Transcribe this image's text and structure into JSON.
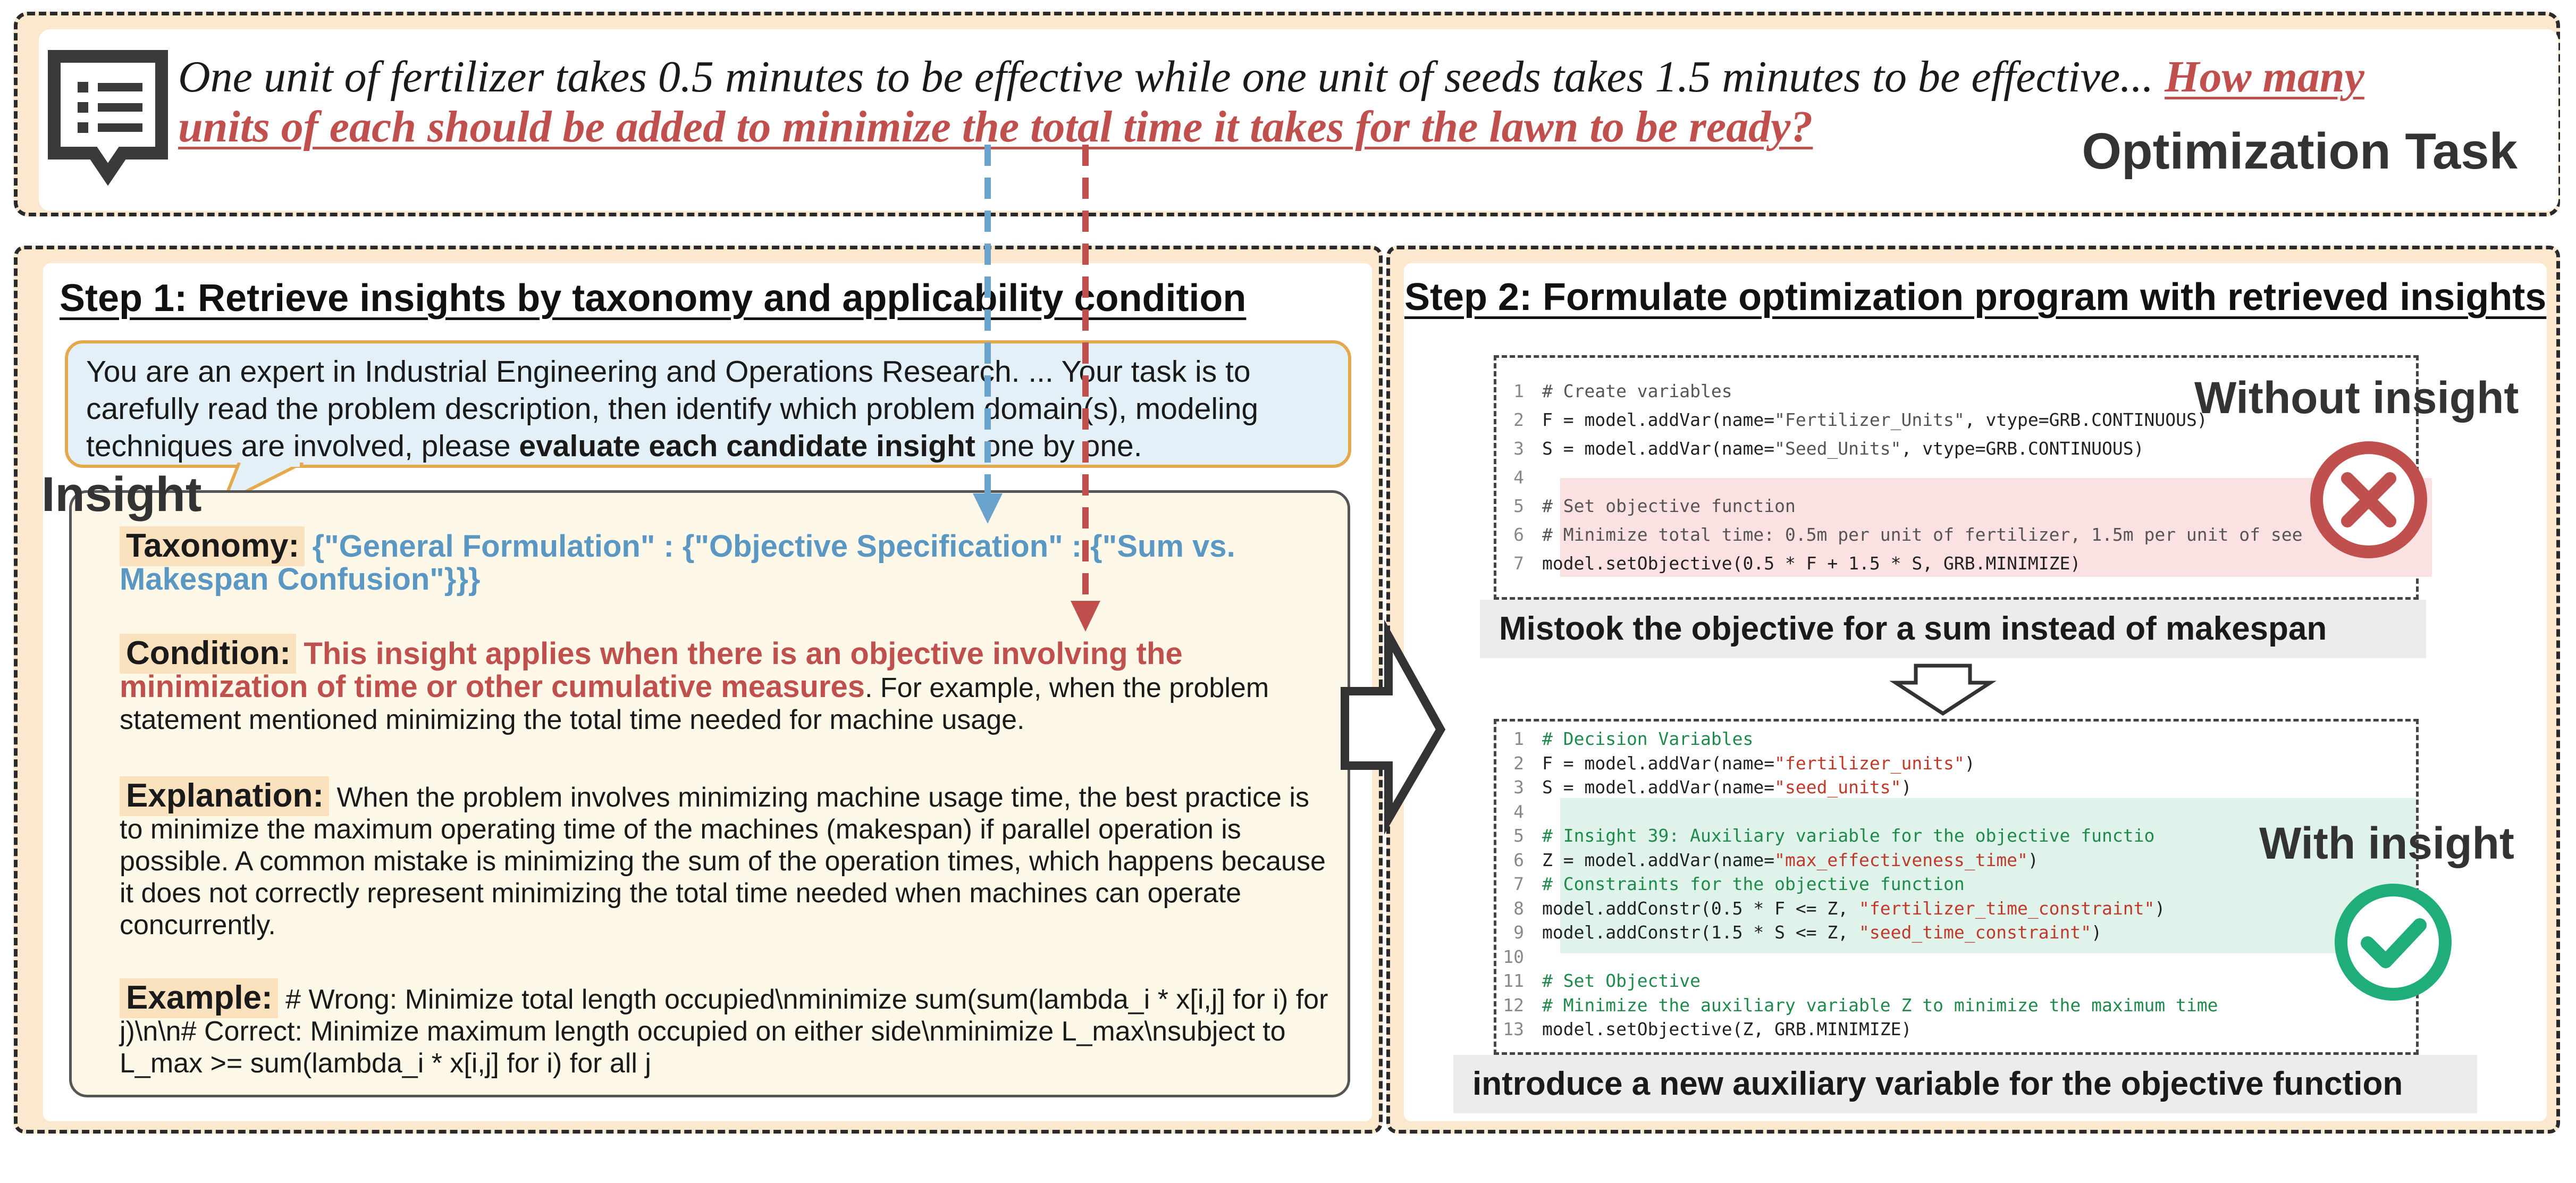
{
  "task": {
    "text": "One unit of fertilizer takes 0.5 minutes to be effective while one unit of seeds takes 1.5 minutes to be effective... ",
    "question": "How many units of each should be added to minimize the total time it takes for the lawn to be ready?",
    "title": "Optimization Task",
    "icon": "document-list-icon"
  },
  "step1": {
    "heading": "Step 1: Retrieve insights by taxonomy and applicability condition",
    "prompt_before": "You are an expert in Industrial Engineering and Operations Research.  ... Your task is to carefully read the problem description, then identify which problem domain(s), modeling techniques are involved, please ",
    "prompt_bold": "evaluate each candidate insight",
    "prompt_after": " one by one.",
    "insight_label": "Insight",
    "taxonomy": {
      "label": "Taxonomy:",
      "value": "{\"General Formulation\" : {\"Objective Specification\" : {\"Sum vs. Makespan Confusion\"}}}"
    },
    "condition": {
      "label": "Condition:",
      "highlight": "This insight applies when there is an objective involving the minimization of time or other cumulative measures",
      "rest": ". For example, when the problem statement mentioned minimizing the total time needed for machine usage."
    },
    "explanation": {
      "label": "Explanation:",
      "text": " When the problem involves minimizing machine usage time, the best practice is to minimize the maximum operating time of the machines (makespan) if parallel operation is possible. A common mistake is minimizing the sum of the operation times, which happens because it does not correctly represent minimizing the total time needed when machines can operate concurrently."
    },
    "example": {
      "label": "Example:",
      "text": " # Wrong: Minimize total length occupied\\nminimize sum(sum(lambda_i * x[i,j] for i) for j)\\n\\n# Correct: Minimize maximum length occupied on either side\\nminimize L_max\\nsubject to L_max >= sum(lambda_i * x[i,j] for i) for all j"
    }
  },
  "step2": {
    "heading": "Step 2: Formulate optimization program with retrieved insights",
    "without": {
      "title": "Without insight",
      "icon": "cross-icon",
      "color": "#c0504d",
      "caption": "Mistook the objective for a sum instead of makespan",
      "lines": [
        {
          "n": "1",
          "parts": [
            {
              "t": "# Create variables",
              "c": "c-comment-grey"
            }
          ]
        },
        {
          "n": "2",
          "parts": [
            {
              "t": "F = model.addVar(name=",
              "c": "c-plain"
            },
            {
              "t": "\"Fertilizer_Units\"",
              "c": "c-str-grey"
            },
            {
              "t": ", vtype=GRB.CONTINUOUS)",
              "c": "c-plain"
            }
          ]
        },
        {
          "n": "3",
          "parts": [
            {
              "t": "S = model.addVar(name=",
              "c": "c-plain"
            },
            {
              "t": "\"Seed_Units\"",
              "c": "c-str-grey"
            },
            {
              "t": ", vtype=GRB.CONTINUOUS)",
              "c": "c-plain"
            }
          ]
        },
        {
          "n": "4",
          "parts": []
        },
        {
          "n": "5",
          "parts": [
            {
              "t": "# Set objective function",
              "c": "c-comment-grey"
            }
          ]
        },
        {
          "n": "6",
          "parts": [
            {
              "t": "# Minimize total time: 0.5m per unit of fertilizer, 1.5m per unit of see",
              "c": "c-comment-grey"
            }
          ]
        },
        {
          "n": "7",
          "parts": [
            {
              "t": "model.setObjective(0.5 * F + 1.5 * S, GRB.MINIMIZE)",
              "c": "c-plain"
            }
          ]
        }
      ]
    },
    "with": {
      "title": "With insight",
      "icon": "check-icon",
      "color": "#1fae7a",
      "caption": "introduce a new auxiliary variable for the objective function",
      "lines": [
        {
          "n": "1",
          "parts": [
            {
              "t": "# Decision Variables",
              "c": "c-comment-green"
            }
          ]
        },
        {
          "n": "2",
          "parts": [
            {
              "t": "F = model.addVar(name=",
              "c": "c-plain"
            },
            {
              "t": "\"fertilizer_units\"",
              "c": "c-str-red"
            },
            {
              "t": ")",
              "c": "c-plain"
            }
          ]
        },
        {
          "n": "3",
          "parts": [
            {
              "t": "S = model.addVar(name=",
              "c": "c-plain"
            },
            {
              "t": "\"seed_units\"",
              "c": "c-str-red"
            },
            {
              "t": ")",
              "c": "c-plain"
            }
          ]
        },
        {
          "n": "4",
          "parts": []
        },
        {
          "n": "5",
          "parts": [
            {
              "t": "# Insight 39: Auxiliary variable for the objective functio",
              "c": "c-comment-green"
            }
          ]
        },
        {
          "n": "6",
          "parts": [
            {
              "t": "Z = model.addVar(name=",
              "c": "c-plain"
            },
            {
              "t": "\"max_effectiveness_time\"",
              "c": "c-str-red"
            },
            {
              "t": ")",
              "c": "c-plain"
            }
          ]
        },
        {
          "n": "7",
          "parts": [
            {
              "t": "# Constraints for the objective function",
              "c": "c-comment-green"
            }
          ]
        },
        {
          "n": "8",
          "parts": [
            {
              "t": "model.addConstr(0.5 * F <= Z, ",
              "c": "c-plain"
            },
            {
              "t": "\"fertilizer_time_constraint\"",
              "c": "c-str-red"
            },
            {
              "t": ")",
              "c": "c-plain"
            }
          ]
        },
        {
          "n": "9",
          "parts": [
            {
              "t": "model.addConstr(1.5 * S <= Z, ",
              "c": "c-plain"
            },
            {
              "t": "\"seed_time_constraint\"",
              "c": "c-str-red"
            },
            {
              "t": ")",
              "c": "c-plain"
            }
          ]
        },
        {
          "n": "10",
          "parts": []
        },
        {
          "n": "11",
          "parts": [
            {
              "t": "# Set Objective",
              "c": "c-comment-green"
            }
          ]
        },
        {
          "n": "12",
          "parts": [
            {
              "t": "# Minimize the auxiliary variable Z to minimize the maximum time",
              "c": "c-comment-green"
            }
          ]
        },
        {
          "n": "13",
          "parts": [
            {
              "t": "model.setObjective(Z, GRB.MINIMIZE)",
              "c": "c-plain"
            }
          ]
        }
      ]
    }
  },
  "colors": {
    "panel_bg": "#fbe8cf",
    "accent_red": "#c0504d",
    "accent_blue": "#5b97c3",
    "accent_green": "#1fae7a"
  }
}
